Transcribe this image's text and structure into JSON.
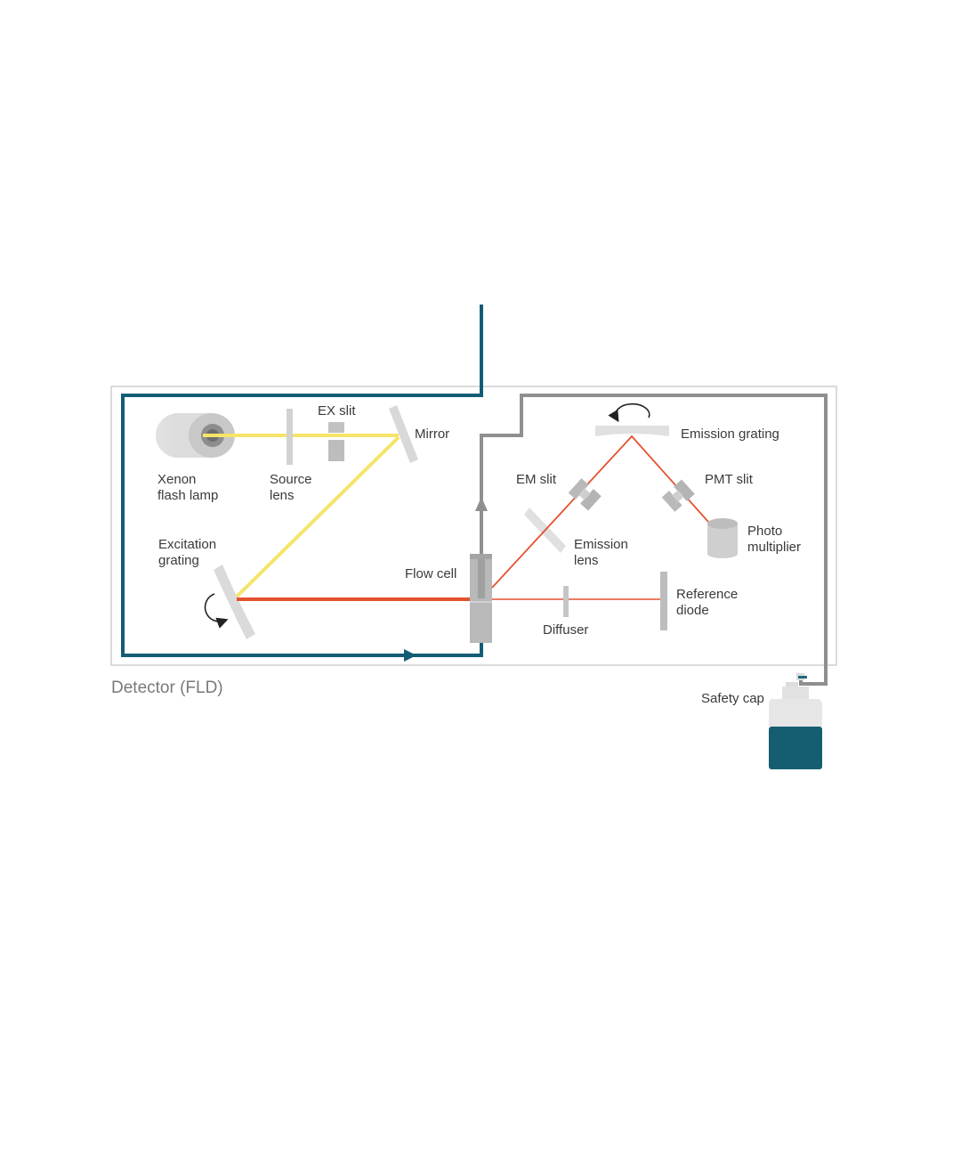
{
  "colors": {
    "inlet_tube": "#135d74",
    "waste_tube": "#8f8f8f",
    "excitation_beam": "#f5e46a",
    "emission_beam": "#e4522f",
    "component_gray": "#bdbdbd",
    "bottle_liquid": "#155e72",
    "frame": "#cfcfcf"
  },
  "labels": {
    "xenon_lamp": [
      "Xenon",
      "flash lamp"
    ],
    "source_lens": [
      "Source",
      "lens"
    ],
    "ex_slit": "EX slit",
    "mirror": "Mirror",
    "excitation_grating": [
      "Excitation",
      "grating"
    ],
    "flow_cell": "Flow cell",
    "emission_grating": "Emission grating",
    "em_slit": "EM slit",
    "pmt_slit": "PMT slit",
    "emission_lens": [
      "Emission",
      "lens"
    ],
    "photo_multiplier": [
      "Photo",
      "multiplier"
    ],
    "reference_diode": [
      "Reference",
      "diode"
    ],
    "diffuser": "Diffuser",
    "safety_cap": "Safety cap",
    "detector": "Detector (FLD)"
  },
  "icons": {
    "rotation_excitation": "rotate-counterclockwise-arrow-icon",
    "rotation_emission": "rotate-counterclockwise-arrow-icon",
    "flow_arrow_right": "arrow-right-icon",
    "flow_arrow_up": "arrow-up-icon"
  }
}
